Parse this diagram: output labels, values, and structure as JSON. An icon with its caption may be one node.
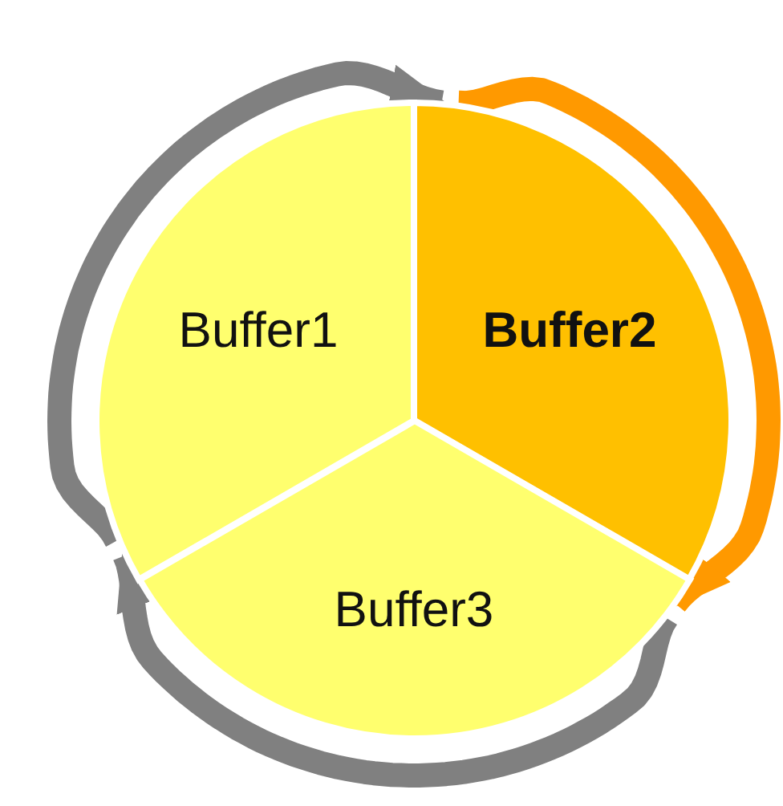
{
  "diagram": {
    "nodes": [
      {
        "text": [
          "Buffer1"
        ]
      },
      {
        "text": [
          "Buffer2"
        ]
      },
      {
        "text": [
          "Buffer3"
        ]
      }
    ],
    "edges": [
      {
        "from": 0,
        "to": 1,
        "arrow": "to"
      },
      {
        "from": 1,
        "to": 2,
        "arrow": "to",
        "color": "#ff9900"
      },
      {
        "from": 2,
        "to": 0,
        "arrow": "to"
      }
    ]
  }
}
